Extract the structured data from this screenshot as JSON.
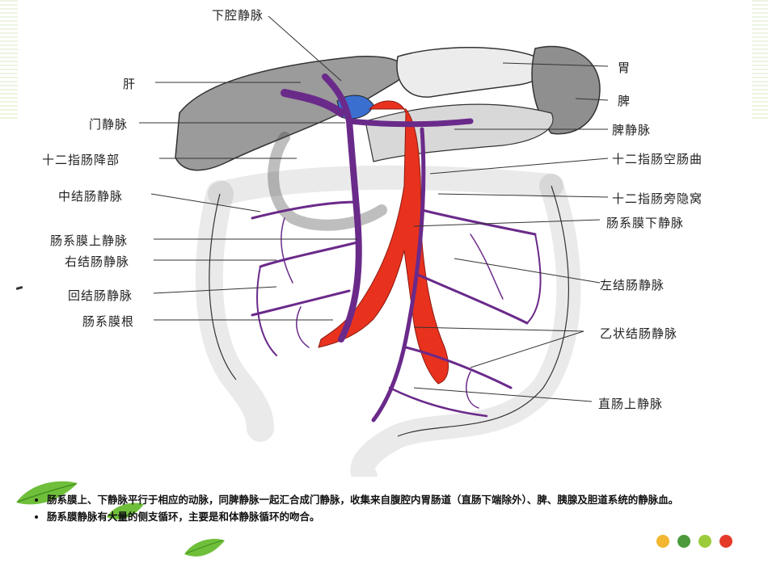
{
  "labels": {
    "inferior_vena_cava": "下腔静脉",
    "liver": "肝",
    "portal_vein": "门静脉",
    "descending_duodenum": "十二指肠降部",
    "middle_colic_vein": "中结肠静脉",
    "superior_mesenteric_vein": "肠系膜上静脉",
    "right_colic_vein": "右结肠静脉",
    "ileocolic_vein": "回结肠静脉",
    "mesenteric_root": "肠系膜根",
    "stomach": "胃",
    "spleen": "脾",
    "splenic_vein": "脾静脉",
    "duodenojejunal_flexure": "十二指肠空肠曲",
    "paraduodenal_fossa": "十二指肠旁隐窝",
    "inferior_mesenteric_vein": "肠系膜下静脉",
    "left_colic_vein": "左结肠静脉",
    "sigmoid_veins": "乙状结肠静脉",
    "superior_rectal_vein": "直肠上静脉"
  },
  "notes": [
    "肠系膜上、下静脉平行于相应的动脉，同脾静脉一起汇合成门静脉，收集来自腹腔内胃肠道（直肠下端除外）、脾、胰腺及胆道系统的静脉血。",
    "肠系膜静脉有大量的侧支循环，主要是和体静脉循环的吻合。"
  ],
  "colors": {
    "vein": "#6a2a8a",
    "artery": "#e8321e",
    "ivc": "#3a6fd0",
    "organ_gray": "#9b9b9b",
    "leaf_green": "#6fbf3b",
    "dot_colors": [
      "#f2b631",
      "#4b9a3b",
      "#9ccc3c",
      "#e43a2a"
    ]
  }
}
